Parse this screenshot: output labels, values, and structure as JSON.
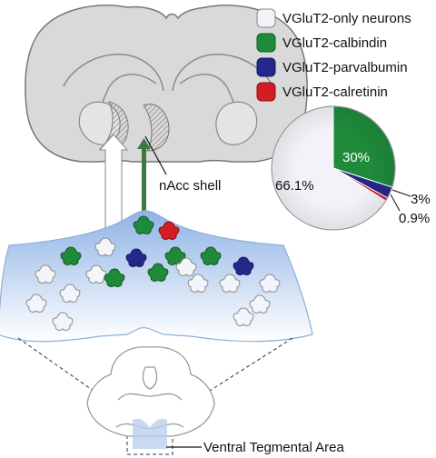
{
  "legend": {
    "items": [
      {
        "key": "only",
        "label": "VGluT2-only neurons",
        "color": "#f2f3f8"
      },
      {
        "key": "calb",
        "label": "VGluT2-calbindin",
        "color": "#1e8a3a"
      },
      {
        "key": "parv",
        "label": "VGluT2-parvalbumin",
        "color": "#23288a"
      },
      {
        "key": "calr",
        "label": "VGluT2-calretinin",
        "color": "#d41c24"
      }
    ]
  },
  "labels": {
    "nacc": "nAcc shell",
    "vta": "Ventral Tegmental Area"
  },
  "chart_data": {
    "type": "pie",
    "categories": [
      "VGluT2-only neurons",
      "VGluT2-calbindin",
      "VGluT2-parvalbumin",
      "VGluT2-calretinin"
    ],
    "values": [
      66.1,
      30,
      3,
      0.9
    ],
    "value_labels": [
      "66.1%",
      "30%",
      "3%",
      "0.9%"
    ],
    "colors": [
      "#f2f3f8",
      "#1e8a3a",
      "#23288a",
      "#d41c24"
    ]
  }
}
